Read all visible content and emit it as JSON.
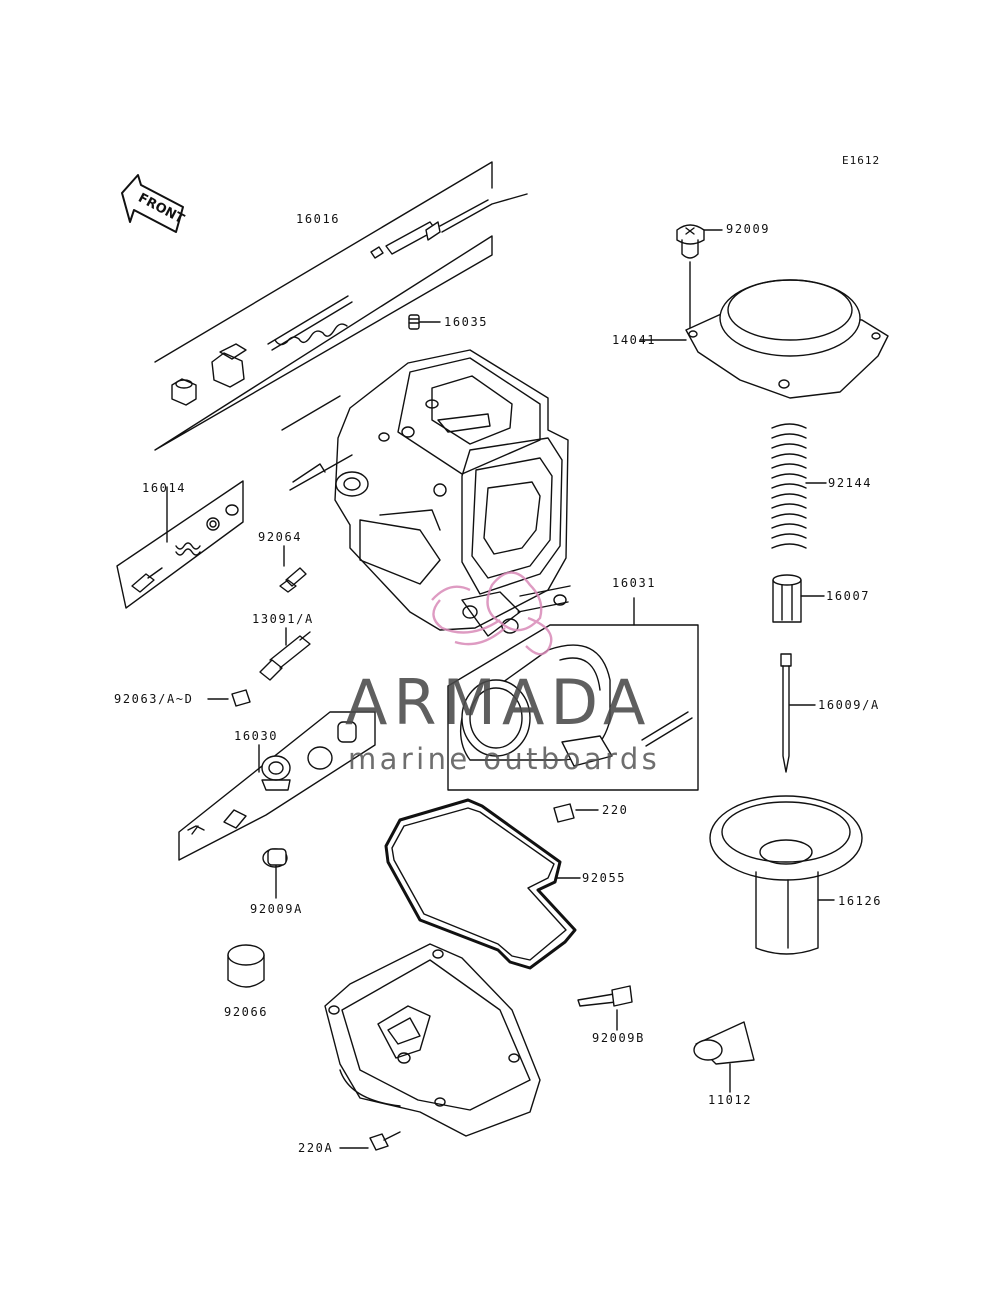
{
  "diagram": {
    "ref_code": "E1612",
    "front_label": "FRONT",
    "watermark": {
      "title": "ARMADA",
      "subtitle": "marine outboards",
      "accent_color": "#d98ab8"
    },
    "parts": {
      "p16016": "16016",
      "p16035": "16035",
      "p16014": "16014",
      "p92064": "92064",
      "p13091": "13091/A",
      "p92063": "92063/A~D",
      "p16030": "16030",
      "p92009A": "92009A",
      "p92066": "92066",
      "p220A": "220A",
      "p92009": "92009",
      "p14041": "14041",
      "p92144": "92144",
      "p16007": "16007",
      "p16031": "16031",
      "p16009": "16009/A",
      "p220": "220",
      "p92055": "92055",
      "p16126": "16126",
      "p92009B": "92009B",
      "p11012": "11012"
    }
  }
}
